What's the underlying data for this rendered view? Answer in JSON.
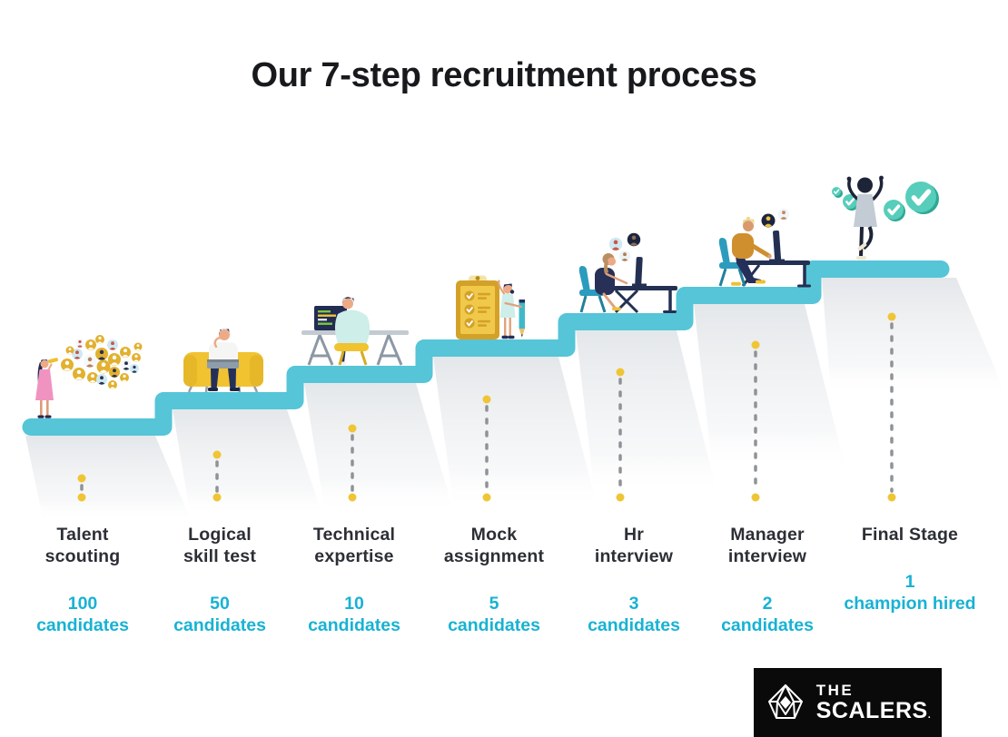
{
  "title": "Our 7-step recruitment process",
  "steps": [
    {
      "id": "talent-scouting",
      "label_line1": "Talent",
      "label_line2": "scouting",
      "count_line1": "100",
      "count_line2": "candidates"
    },
    {
      "id": "logical-skill-test",
      "label_line1": "Logical",
      "label_line2": "skill test",
      "count_line1": "50",
      "count_line2": "candidates"
    },
    {
      "id": "technical-expertise",
      "label_line1": "Technical",
      "label_line2": "expertise",
      "count_line1": "10",
      "count_line2": "candidates"
    },
    {
      "id": "mock-assignment",
      "label_line1": "Mock",
      "label_line2": "assignment",
      "count_line1": "5",
      "count_line2": "candidates"
    },
    {
      "id": "hr-interview",
      "label_line1": "Hr",
      "label_line2": "interview",
      "count_line1": "3",
      "count_line2": "candidates"
    },
    {
      "id": "manager-interview",
      "label_line1": "Manager",
      "label_line2": "interview",
      "count_line1": "2",
      "count_line2": "candidates"
    },
    {
      "id": "final-stage",
      "label_line1": "Final Stage",
      "label_line2": "",
      "count_line1": "1",
      "count_line2": "champion hired"
    }
  ],
  "logo": {
    "line1": "THE",
    "line2": "SCALERS",
    "mark": "."
  },
  "colors": {
    "stair_teal": "#55c5d7",
    "count_cyan": "#18b2d4",
    "dot_yellow": "#f0c535",
    "dash_gray": "#8f9397",
    "label_dark": "#2c2f35",
    "shadow_gray": "#e6e9ec",
    "check_green": "#57cdbb",
    "logo_bg": "#0a0a0a"
  }
}
